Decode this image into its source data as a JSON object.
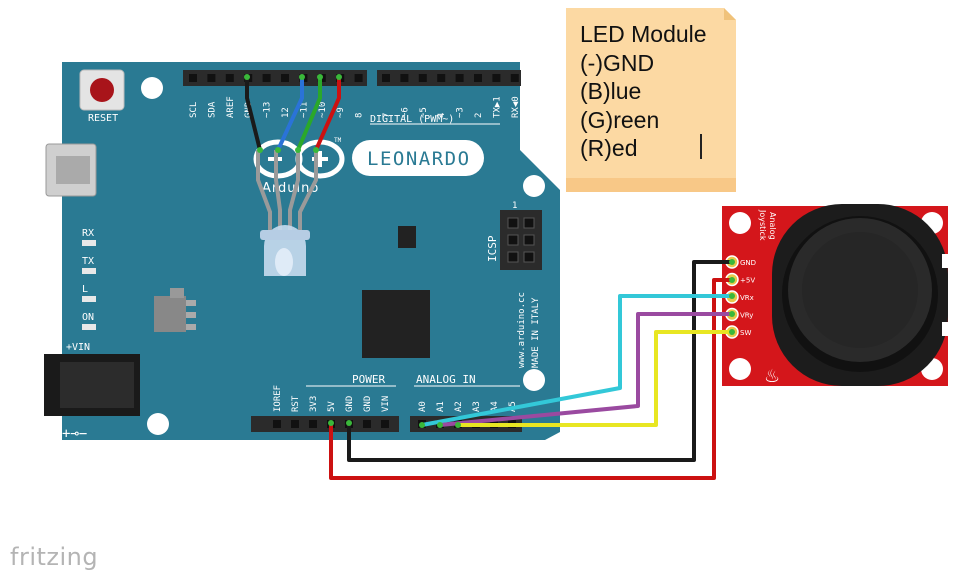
{
  "colors": {
    "board": "#2a7a93",
    "board_dark": "#1e6278",
    "header": "#2b2b2b",
    "joystick_pcb": "#d4161b",
    "note_bg": "#fcd9a3",
    "wire_black": "#1a1a1a",
    "wire_red": "#cc1111",
    "wire_blue": "#2a73d8",
    "wire_green": "#2aa82a",
    "wire_cyan": "#33c8d8",
    "wire_purple": "#9a4aa0",
    "wire_yellow": "#e8e622"
  },
  "note": {
    "lines": [
      "LED Module",
      "(-)GND",
      "(B)lue",
      "(G)reen",
      "(R)ed"
    ]
  },
  "board": {
    "name": "LEONARDO",
    "brand": "Arduino",
    "reset_label": "RESET",
    "digital_label": "DIGITAL (PWM~)",
    "power_label": "POWER",
    "analog_label": "ANALOG IN",
    "icsp_label": "ICSP",
    "icsp_pin": "1",
    "vin_label": "+VIN",
    "website": "www.arduino.cc",
    "made_in": "MADE IN ITALY",
    "tm": "TM",
    "led_labels": [
      "RX",
      "TX",
      "L",
      "ON"
    ],
    "top_pins_left": [
      "SCL",
      "SDA",
      "AREF",
      "GND",
      "~13",
      "12",
      "~11",
      "~10",
      "~9",
      "8"
    ],
    "top_pins_right": [
      "7",
      "~6",
      "~5",
      "4",
      "~3",
      "2",
      "TX▶1",
      "RX◀0"
    ],
    "power_pins": [
      "IOREF",
      "RST",
      "3V3",
      "5V",
      "GND",
      "GND",
      "VIN"
    ],
    "analog_pins": [
      "A0",
      "A1",
      "A2",
      "A3",
      "A4",
      "A5"
    ]
  },
  "joystick": {
    "title": "Analog",
    "subtitle": "Joystick",
    "pins": [
      "GND",
      "+5V",
      "VRx",
      "VRy",
      "SW"
    ]
  },
  "footer": {
    "logo": "fritzing"
  }
}
